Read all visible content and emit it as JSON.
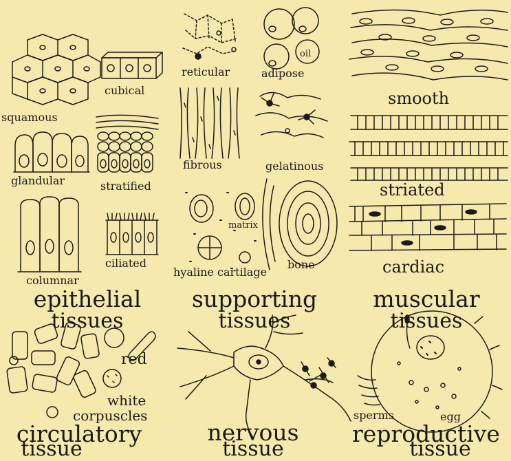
{
  "epithelial": {
    "squamous": "squamous",
    "cubical": "cubical",
    "glandular": "glandular",
    "stratified": "stratified",
    "columnar": "columnar",
    "ciliated": "ciliated",
    "heading": "epithelial",
    "tissues": "tissues"
  },
  "supporting": {
    "reticular": "reticular",
    "adipose": "adipose",
    "oil": "oil",
    "fibrous": "fibrous",
    "gelatinous": "gelatinous",
    "matrix": "matrix",
    "hyaline": "hyaline cartilage",
    "bone": "bone",
    "heading": "supporting",
    "tissues": "tissues"
  },
  "muscular": {
    "smooth": "smooth",
    "striated": "striated",
    "cardiac": "cardiac",
    "heading": "muscular",
    "tissues": "tissues"
  },
  "circulatory": {
    "red": "red",
    "white": "white",
    "corpuscles": "corpuscles",
    "heading": "circulatory",
    "tissue": "tissue"
  },
  "nervous": {
    "heading": "nervous",
    "tissue": "tissue"
  },
  "reproductive": {
    "sperms": "sperms",
    "egg": "egg",
    "heading": "reproductive",
    "tissue": "tissue"
  },
  "colors": {
    "paper": "#f6e9ad",
    "ink": "#1a1a1a"
  }
}
